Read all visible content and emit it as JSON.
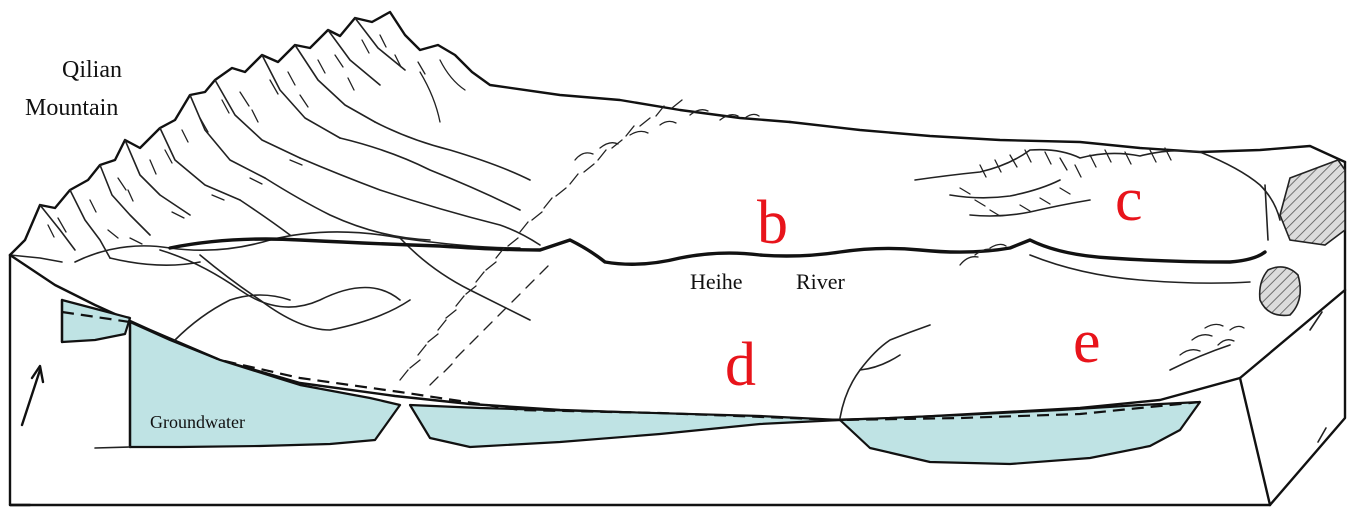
{
  "labels": {
    "mountain_line1": "Qilian",
    "mountain_line2": "Mountain",
    "river_word1": "Heihe",
    "river_word2": "River",
    "groundwater": "Groundwater"
  },
  "zone_markers": {
    "b": "b",
    "c": "c",
    "d": "d",
    "e": "e"
  },
  "colors": {
    "groundwater_fill": "#bfe3e4",
    "marker_red": "#e8141b",
    "ink": "#111111"
  }
}
